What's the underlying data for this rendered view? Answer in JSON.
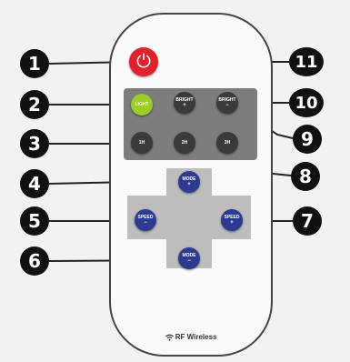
{
  "remote": {
    "power_symbol": "⏻",
    "footer_icon": "wifi-icon",
    "footer_text": "RF Wireless",
    "buttons": {
      "light": {
        "label": "LIGHT",
        "sub": ""
      },
      "bright_up": {
        "label": "BRIGHT",
        "sub": "+"
      },
      "bright_down": {
        "label": "BRIGHT",
        "sub": "−"
      },
      "timer_1h": {
        "label": "1H",
        "sub": ""
      },
      "timer_2h": {
        "label": "2H",
        "sub": ""
      },
      "timer_3h": {
        "label": "3H",
        "sub": ""
      },
      "mode_up": {
        "label": "MODE",
        "sub": "+"
      },
      "mode_down": {
        "label": "MODE",
        "sub": "−"
      },
      "speed_left": {
        "label": "SPEED",
        "sub": "−"
      },
      "speed_right": {
        "label": "SPEED",
        "sub": "+"
      }
    }
  },
  "callouts": [
    "1",
    "2",
    "3",
    "4",
    "5",
    "6",
    "7",
    "8",
    "9",
    "10",
    "11"
  ],
  "colors": {
    "power": "#e0232b",
    "light": "#9ccb2c",
    "panel": "#7d7d7d",
    "dpad": "#bdbdbd",
    "nav_button": "#2c3a90"
  }
}
